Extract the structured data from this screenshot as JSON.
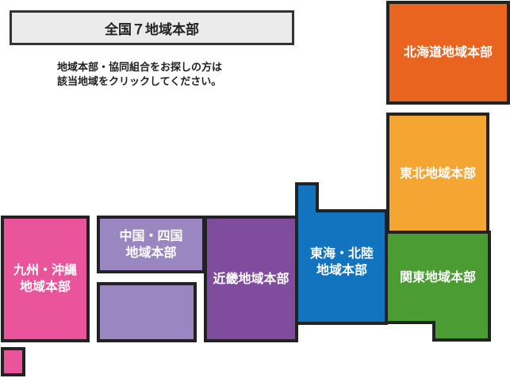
{
  "header": {
    "title": "全国７地域本部"
  },
  "instruction": {
    "line1": "地域本部・協同組合をお探しの方は",
    "line2": "該当地域をクリックしてください。"
  },
  "regions": {
    "hokkaido": {
      "label": "北海道地域本部",
      "color": "#e8641f"
    },
    "tohoku": {
      "label": "東北地域本部",
      "color": "#f4a532"
    },
    "kanto": {
      "label": "関東地域本部",
      "color": "#4a9c33"
    },
    "tokai_hokuriku": {
      "line1": "東海・北陸",
      "line2": "地域本部",
      "color": "#1273be"
    },
    "kinki": {
      "label": "近畿地域本部",
      "color": "#7f4c9e"
    },
    "chugoku_shikoku": {
      "line1": "中国・四国",
      "line2": "地域本部",
      "color": "#9a86c0"
    },
    "kyushu_okinawa": {
      "line1": "九州・沖縄",
      "line2": "地域本部",
      "color": "#e9549b"
    }
  }
}
